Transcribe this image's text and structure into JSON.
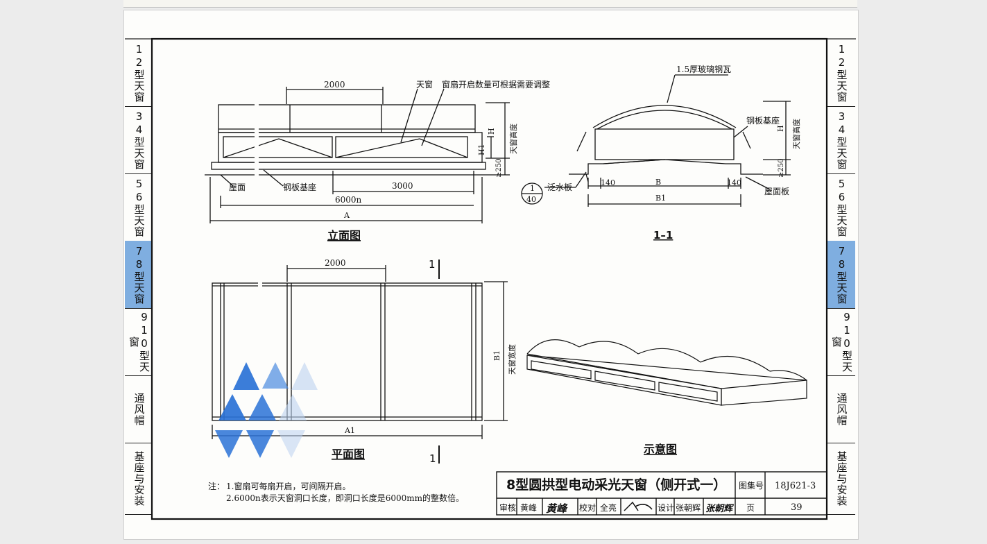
{
  "side_tabs": [
    {
      "label": "12型天窗",
      "active": false
    },
    {
      "label": "34型天窗",
      "active": false
    },
    {
      "label": "56型天窗",
      "active": false
    },
    {
      "label": "78型天窗",
      "active": true
    },
    {
      "label": "910型天窗",
      "active": false
    },
    {
      "label": "通风帽",
      "active": false
    },
    {
      "label": "基座与安装",
      "active": false
    }
  ],
  "elevation": {
    "dim_2000": "2000",
    "label_skylight": "天窗",
    "label_sash_note": "窗扇开启数量可根据需要调整",
    "label_H": "H",
    "label_H1": "H1",
    "label_skylight_height": "天窗高度",
    "label_250": "≥250",
    "label_roof": "屋面",
    "label_steel_base": "钢板基座",
    "dim_3000": "3000",
    "dim_6000n": "6000n",
    "dim_A": "A",
    "title": "立面图"
  },
  "section": {
    "label_frp": "1.5厚玻璃钢瓦",
    "label_steel_base": "钢板基座",
    "label_H": "H",
    "label_skylight_height": "天窗高度",
    "label_250": "≥250",
    "detail_num": "1",
    "detail_page": "40",
    "label_flashing": "泛水板",
    "dim_140_left": "140",
    "dim_B": "B",
    "dim_140_right": "140",
    "label_roof_panel": "屋面板",
    "dim_B1": "B1",
    "title": "1–1"
  },
  "plan": {
    "dim_2000": "2000",
    "cut_mark": "1",
    "label_B1": "B1",
    "label_skylight_width": "天窗宽度",
    "dim_A1": "A1",
    "title": "平面图"
  },
  "iso": {
    "title": "示意图"
  },
  "notes": {
    "prefix": "注：",
    "line1": "1.窗扇可每扇开启，可间隔开启。",
    "line2": "2.6000n表示天窗洞口长度，即洞口长度是6000mm的整数倍。"
  },
  "title_block": {
    "title": "8型圆拱型电动采光天窗（侧开式一）",
    "atlas_label": "图集号",
    "atlas_no": "18J621-3",
    "review_label": "审核",
    "reviewer": "黄峰",
    "reviewer_sign": "黄峰",
    "check_label": "校对",
    "checker": "全亮",
    "design_label": "设计",
    "designer": "张朝辉",
    "designer_sign": "张朝辉",
    "page_label": "页",
    "page_no": "39"
  }
}
